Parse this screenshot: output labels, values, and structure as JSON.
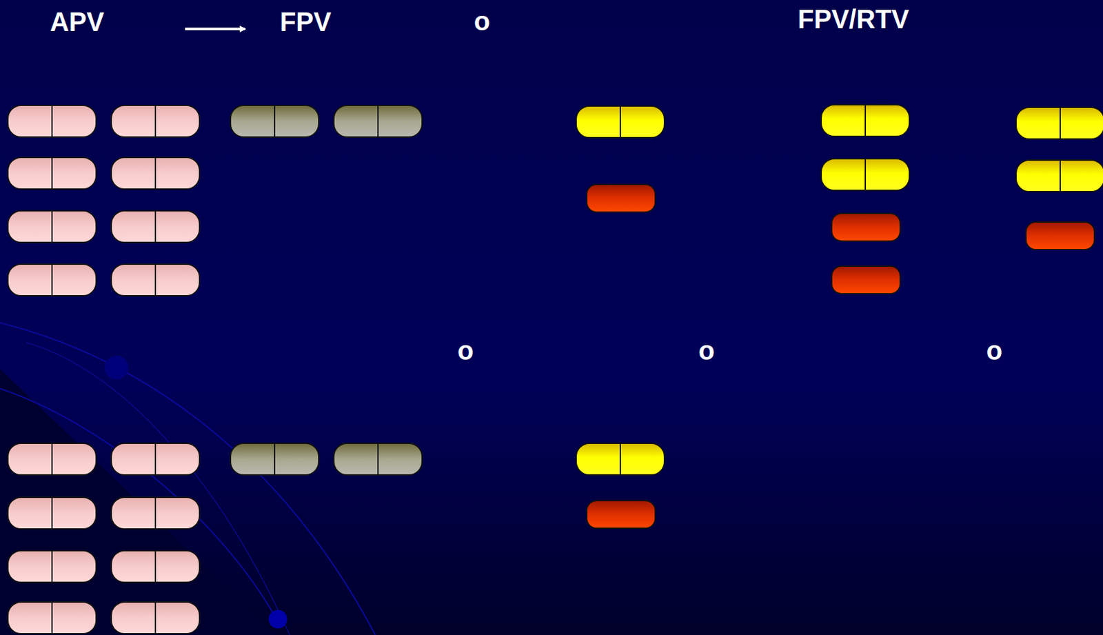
{
  "diagram": {
    "labels": [
      "APV",
      "FPV",
      "o",
      "FPV/RTV",
      "o",
      "o",
      "o"
    ]
  }
}
